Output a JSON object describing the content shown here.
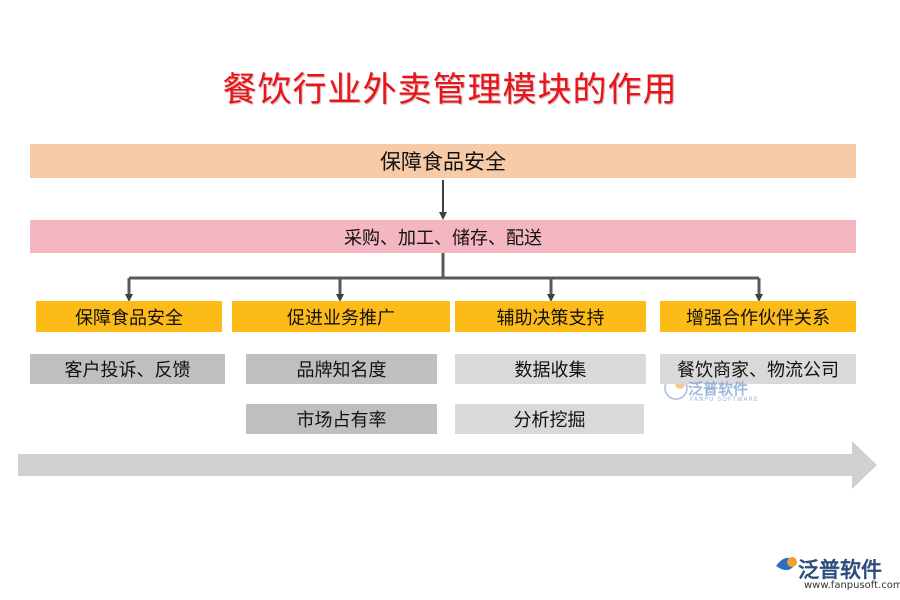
{
  "title": "餐饮行业外卖管理模块的作用",
  "top_bar": "保障食品安全",
  "process_bar": "采购、加工、储存、配送",
  "categories": [
    {
      "label": "保障食品安全",
      "items": [
        "客户投诉、反馈"
      ]
    },
    {
      "label": "促进业务推广",
      "items": [
        "品牌知名度",
        "市场占有率"
      ]
    },
    {
      "label": "辅助决策支持",
      "items": [
        "数据收集",
        "分析挖掘"
      ]
    },
    {
      "label": "增强合作伙伴关系",
      "items": [
        "餐饮商家、物流公司"
      ]
    }
  ],
  "watermark": {
    "name": "泛普软件",
    "sub": "FANPU SOFTWARE"
  },
  "brand": {
    "name": "泛普软件",
    "url": "www.fanpusoft.com"
  },
  "colors": {
    "title": "#e8141a",
    "top_bar": "#f8cba8",
    "process_bar": "#f4b6c0",
    "category": "#fdbb17",
    "tag_dark": "#bfbfbf",
    "tag_light": "#d9d9d9",
    "timeline_arrow": "#d0d0d0"
  }
}
